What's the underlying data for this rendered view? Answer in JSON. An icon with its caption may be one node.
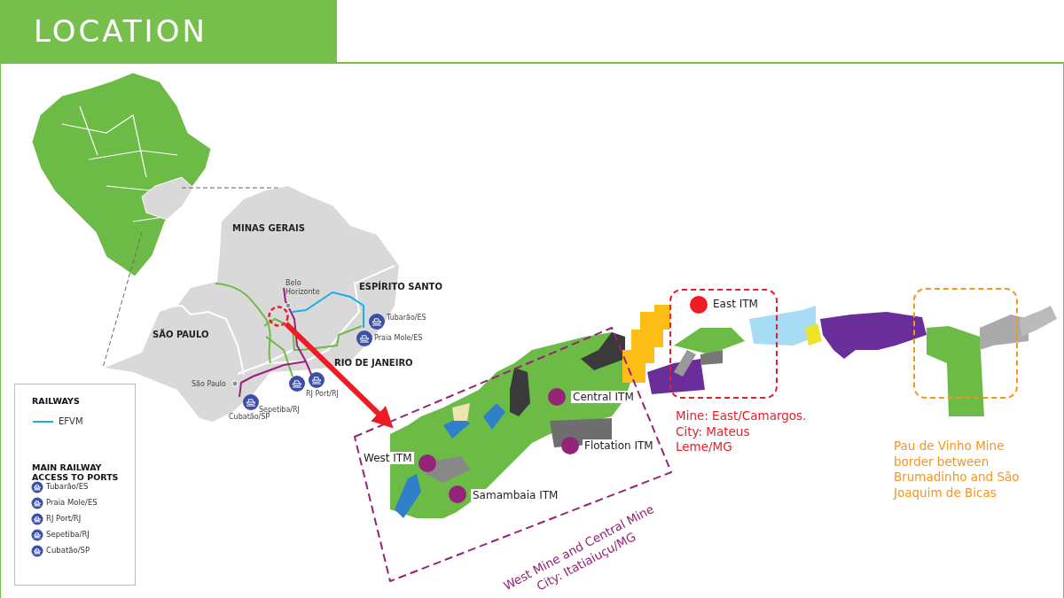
{
  "diagram": {
    "title": "LOCATION",
    "nodes": [
      {
        "text": [],
        "shape": "circle"
      },
      {
        "text": [
          "West Mine and Central Mine City: Itatiaiuçu/MG"
        ]
      },
      {
        "text": [
          "Mine: East/Camargos. City: Mateus Leme/MG"
        ]
      },
      {
        "text": [
          "Pau de Vinho Mine border between Brumadinho and São Joaquim de Bicas"
        ]
      }
    ],
    "edges": [
      {
        "from": 0,
        "to": 1,
        "arrow": "to",
        "color": "#ee1c24"
      }
    ],
    "labels": [
      "MINAS GERAIS",
      "Belo Horizonte",
      "ESPÍRITO SANTO",
      "Tubarão/ES",
      "Praia Mole/ES",
      "SÃO PAULO",
      "RIO DE JANEIRO",
      "São Paulo",
      "RJ Port/RJ",
      "Sepetiba/RJ",
      "Cubatão/SP",
      "East ITM",
      "Central ITM",
      "Flotation ITM",
      "West ITM",
      "Samambaia ITM",
      "RAILWAYS",
      "MAIN RAILWAY ACCESS TO PORTS"
    ],
    "legend": [
      {
        "text": "EFVM"
      },
      {
        "text": "Tubarão/ES"
      },
      {
        "text": "Praia Mole/ES"
      },
      {
        "text": "RJ Port/RJ"
      },
      {
        "text": "Sepetiba/RJ"
      },
      {
        "text": "Cubatão/SP"
      }
    ]
  }
}
